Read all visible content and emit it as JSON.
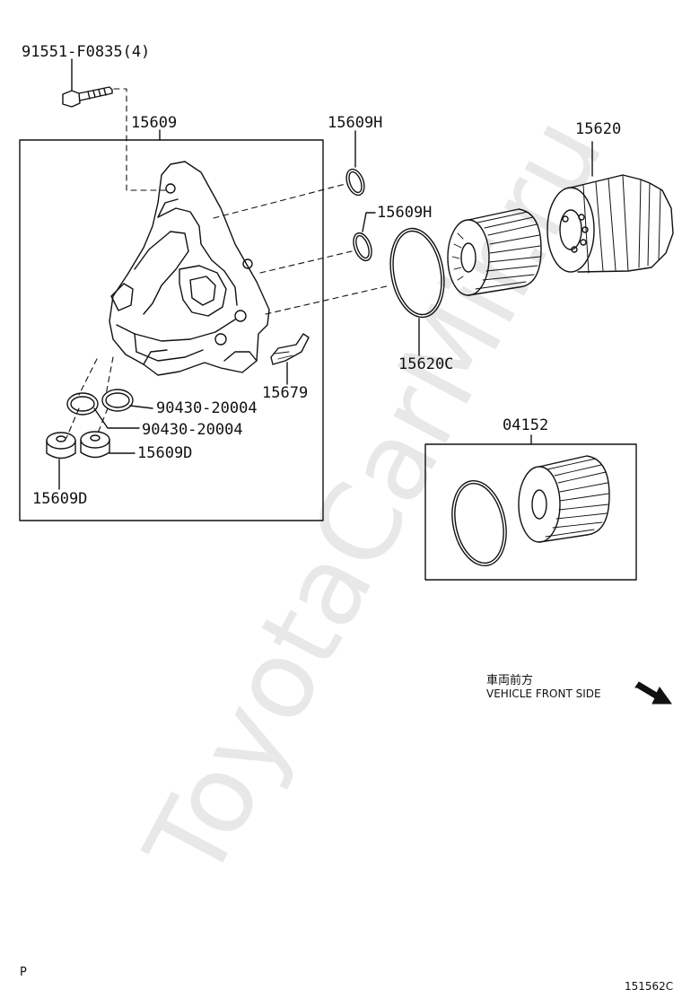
{
  "watermark": "ToyotaCarMir.ru",
  "parts": {
    "bolt": "91551-F0835(4)",
    "housing": "15609",
    "oring_h_top": "15609H",
    "oring_h_mid": "15609H",
    "filter_cap": "15620",
    "cap_oring": "15620C",
    "bracket": "15679",
    "gasket_1": "90430-20004",
    "gasket_2": "90430-20004",
    "plug_right": "15609D",
    "plug_left": "15609D",
    "element_kit": "04152"
  },
  "direction": {
    "japanese": "車両前方",
    "english": "VEHICLE FRONT SIDE"
  },
  "footer": {
    "left_mark": "P",
    "drawing_no": "151562C"
  }
}
